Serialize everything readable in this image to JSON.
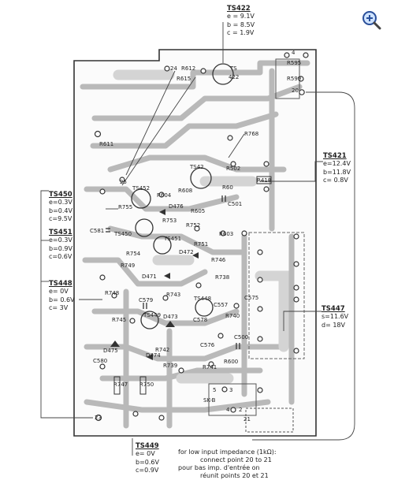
{
  "transistors": {
    "ts422": {
      "name": "TS422",
      "e": "e = 9.1V",
      "b": "b = 8.5V",
      "c": "c = 1.9V"
    },
    "ts421": {
      "name": "TS421",
      "e": "e=12.4V",
      "b": "b=11.8V",
      "c": "c= 0.8V"
    },
    "ts450": {
      "name": "TS450",
      "e": "e=0.3V",
      "b": "b=0.4V",
      "c": "c=9.5V"
    },
    "ts451": {
      "name": "TS451",
      "e": "e=0.3V",
      "b": "b=0.9V",
      "c": "c=0.6V"
    },
    "ts448": {
      "name": "TS448",
      "e": "e=  0V",
      "b": "b= 0.6V",
      "c": "c=   3V"
    },
    "ts447": {
      "name": "TS447",
      "s": "s=11.6V",
      "d": "d= 18V"
    },
    "ts449": {
      "name": "TS449",
      "e": "e= 0V",
      "b": "b=0.6V",
      "c": "c=0.9V"
    }
  },
  "components": {
    "r595": "R595",
    "r599": "R599",
    "r612": "R612",
    "r615": "R615",
    "ts": "TS",
    "n422": "422",
    "r611": "R611",
    "r768": "R768",
    "r502": "R502",
    "r418": "R418",
    "ts42": "TS42",
    "ts452": "TS452",
    "r604": "R604",
    "r608": "R608",
    "r60": "R60",
    "r755": "R755",
    "d476": "D476",
    "r605": "R605",
    "c501": "C501",
    "r753": "R753",
    "r752": "R752",
    "r603": "R603",
    "c581": "C581",
    "ts450b": "TS450",
    "ts451b": "TS451",
    "r751": "R751",
    "r754": "R754",
    "d472": "D472",
    "r746": "R746",
    "r749": "R749",
    "d471": "D471",
    "r738": "R738",
    "r748": "R748",
    "r743": "R743",
    "ts448b": "TS448",
    "c557": "C557",
    "c575": "C575",
    "c579": "C579",
    "r740": "R740",
    "r745": "R745",
    "ts449b": "TS449",
    "d473": "D473",
    "c578": "C578",
    "d475": "D475",
    "c500": "C500",
    "c580": "C580",
    "r742": "R742",
    "c576": "C576",
    "d474": "D474",
    "r739": "R739",
    "r741": "R741",
    "r600": "R600",
    "r747": "R747",
    "r750": "R750",
    "skb": "SK-B",
    "n24": "24",
    "n25": "25",
    "n20": "20",
    "n21": "21",
    "n23": "23",
    "n4": "4",
    "n5": "5",
    "n2": "2",
    "n3": "3"
  },
  "note": {
    "line1": "for low input impedance (1kΩ):",
    "line2": "connect point 20 to 21",
    "line3": "pour bas imp. d'entrée on",
    "line4": "réunit points 20 et 21"
  }
}
